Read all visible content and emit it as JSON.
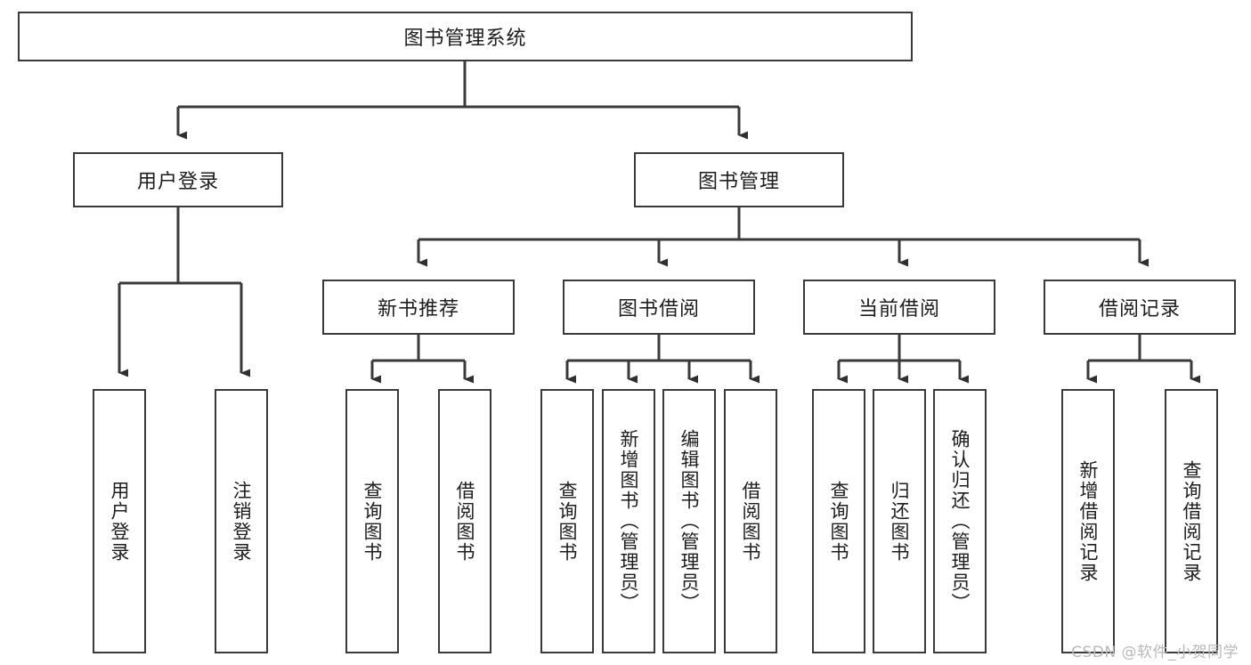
{
  "diagram": {
    "title": "图书管理系统",
    "type": "tree-hierarchy",
    "root": {
      "label": "图书管理系统"
    },
    "level2": [
      {
        "label": "用户登录"
      },
      {
        "label": "图书管理"
      }
    ],
    "level3": [
      {
        "label": "新书推荐"
      },
      {
        "label": "图书借阅"
      },
      {
        "label": "当前借阅"
      },
      {
        "label": "借阅记录"
      }
    ],
    "leaves": {
      "user_login": [
        {
          "label": "用户登录"
        },
        {
          "label": "注销登录"
        }
      ],
      "new_book_recommend": [
        {
          "label": "查询图书"
        },
        {
          "label": "借阅图书"
        }
      ],
      "book_borrow": [
        {
          "label": "查询图书"
        },
        {
          "label": "新增图书（管理员）"
        },
        {
          "label": "编辑图书（管理员）"
        },
        {
          "label": "借阅图书"
        }
      ],
      "current_borrow": [
        {
          "label": "查询图书"
        },
        {
          "label": "归还图书"
        },
        {
          "label": "确认归还（管理员）"
        }
      ],
      "borrow_record": [
        {
          "label": "新增借阅记录"
        },
        {
          "label": "查询借阅记录"
        }
      ]
    },
    "watermark": "CSDN @软件_小贺同学",
    "colors": {
      "stroke": "#3a3a3a",
      "fill": "#ffffff",
      "text": "#1d1d1d",
      "watermark": "#b9b9b9"
    }
  }
}
